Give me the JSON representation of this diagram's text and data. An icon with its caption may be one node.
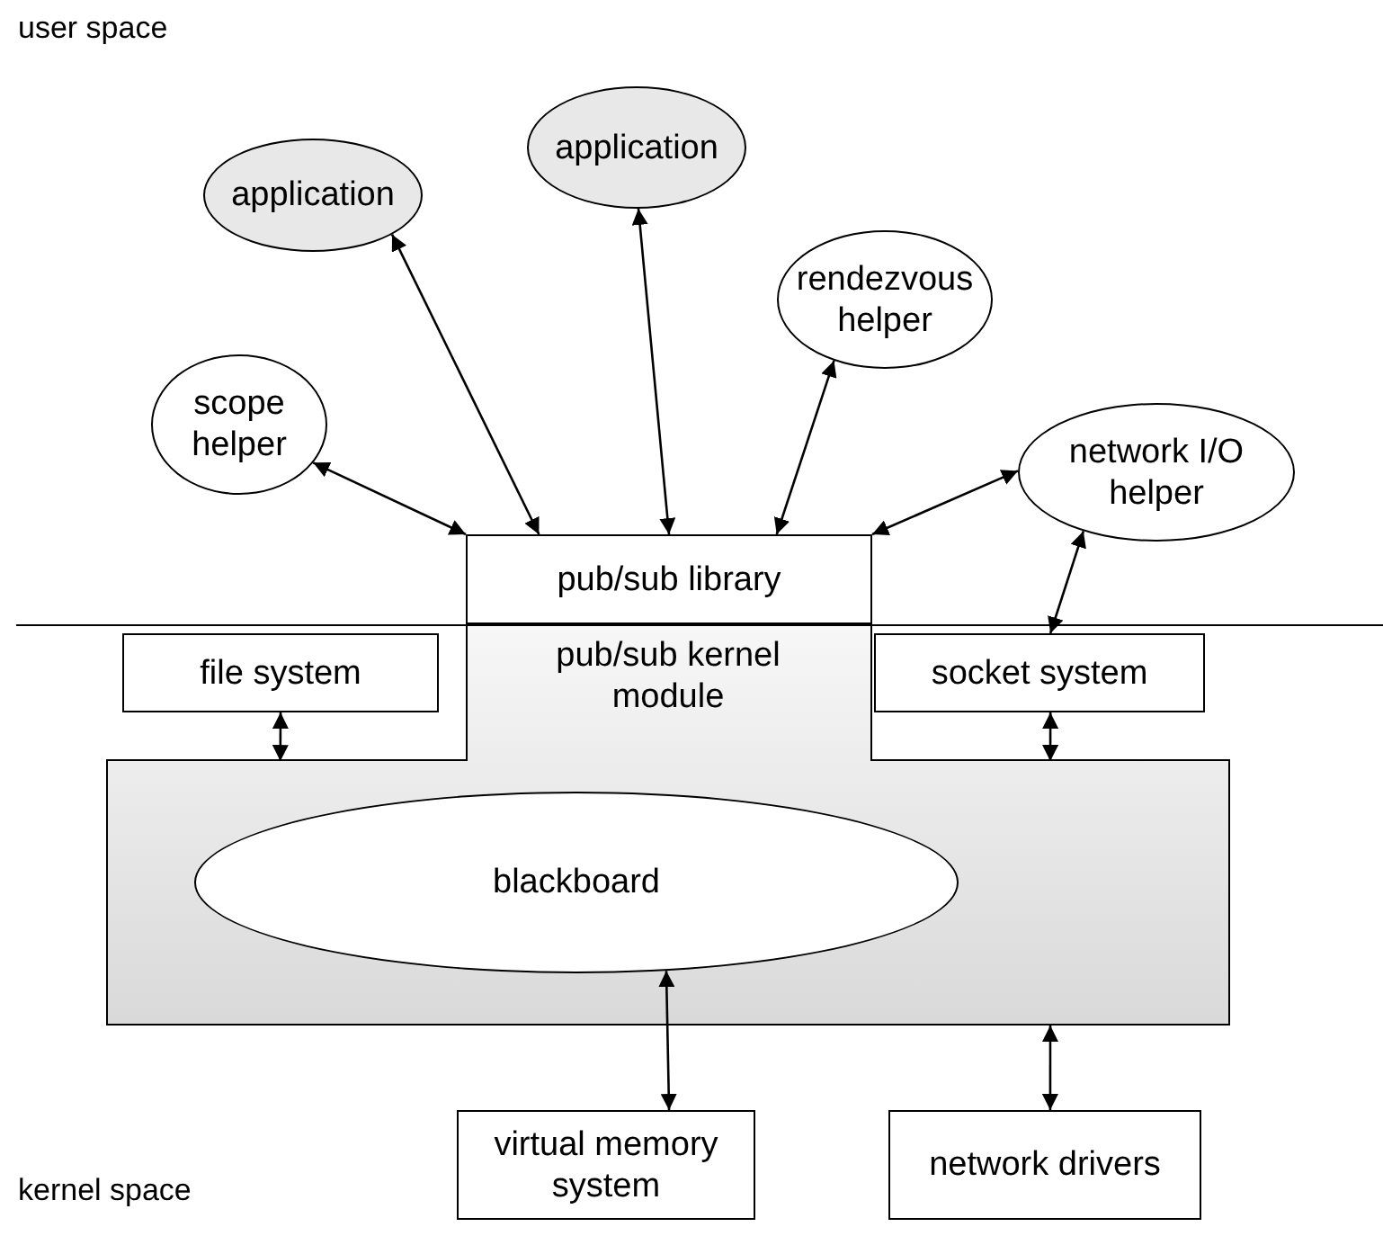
{
  "diagram": {
    "nodes": [
      {
        "text": [
          "application"
        ]
      },
      {
        "text": [
          "application"
        ]
      },
      {
        "text": [
          "rendezvous helper"
        ]
      },
      {
        "text": [
          "scope helper"
        ]
      },
      {
        "text": [
          "network I/O helper"
        ]
      },
      {
        "text": [
          "pub/sub library"
        ]
      },
      {
        "text": [
          "file system"
        ]
      },
      {
        "text": [
          "pub/sub kernel module"
        ]
      },
      {
        "text": [
          "socket system"
        ]
      },
      {
        "text": [
          "blackboard"
        ],
        "in": 7
      },
      {
        "text": [
          "virtual memory system"
        ]
      },
      {
        "text": [
          "network drivers"
        ]
      }
    ],
    "edges": [
      {
        "from": 0,
        "to": 5,
        "arrow": "both"
      },
      {
        "from": 1,
        "to": 5,
        "arrow": "both"
      },
      {
        "from": 2,
        "to": 5,
        "arrow": "both"
      },
      {
        "from": 3,
        "to": 5,
        "arrow": "both"
      },
      {
        "from": 4,
        "to": 5,
        "arrow": "both"
      },
      {
        "from": 4,
        "to": 8,
        "arrow": "both"
      },
      {
        "from": 6,
        "to": 7,
        "arrow": "both"
      },
      {
        "from": 8,
        "to": 7,
        "arrow": "both"
      },
      {
        "from": 9,
        "to": 10,
        "arrow": "both"
      },
      {
        "from": 7,
        "to": 11,
        "arrow": "both"
      }
    ],
    "labels": [
      "user space",
      "kernel space"
    ]
  }
}
